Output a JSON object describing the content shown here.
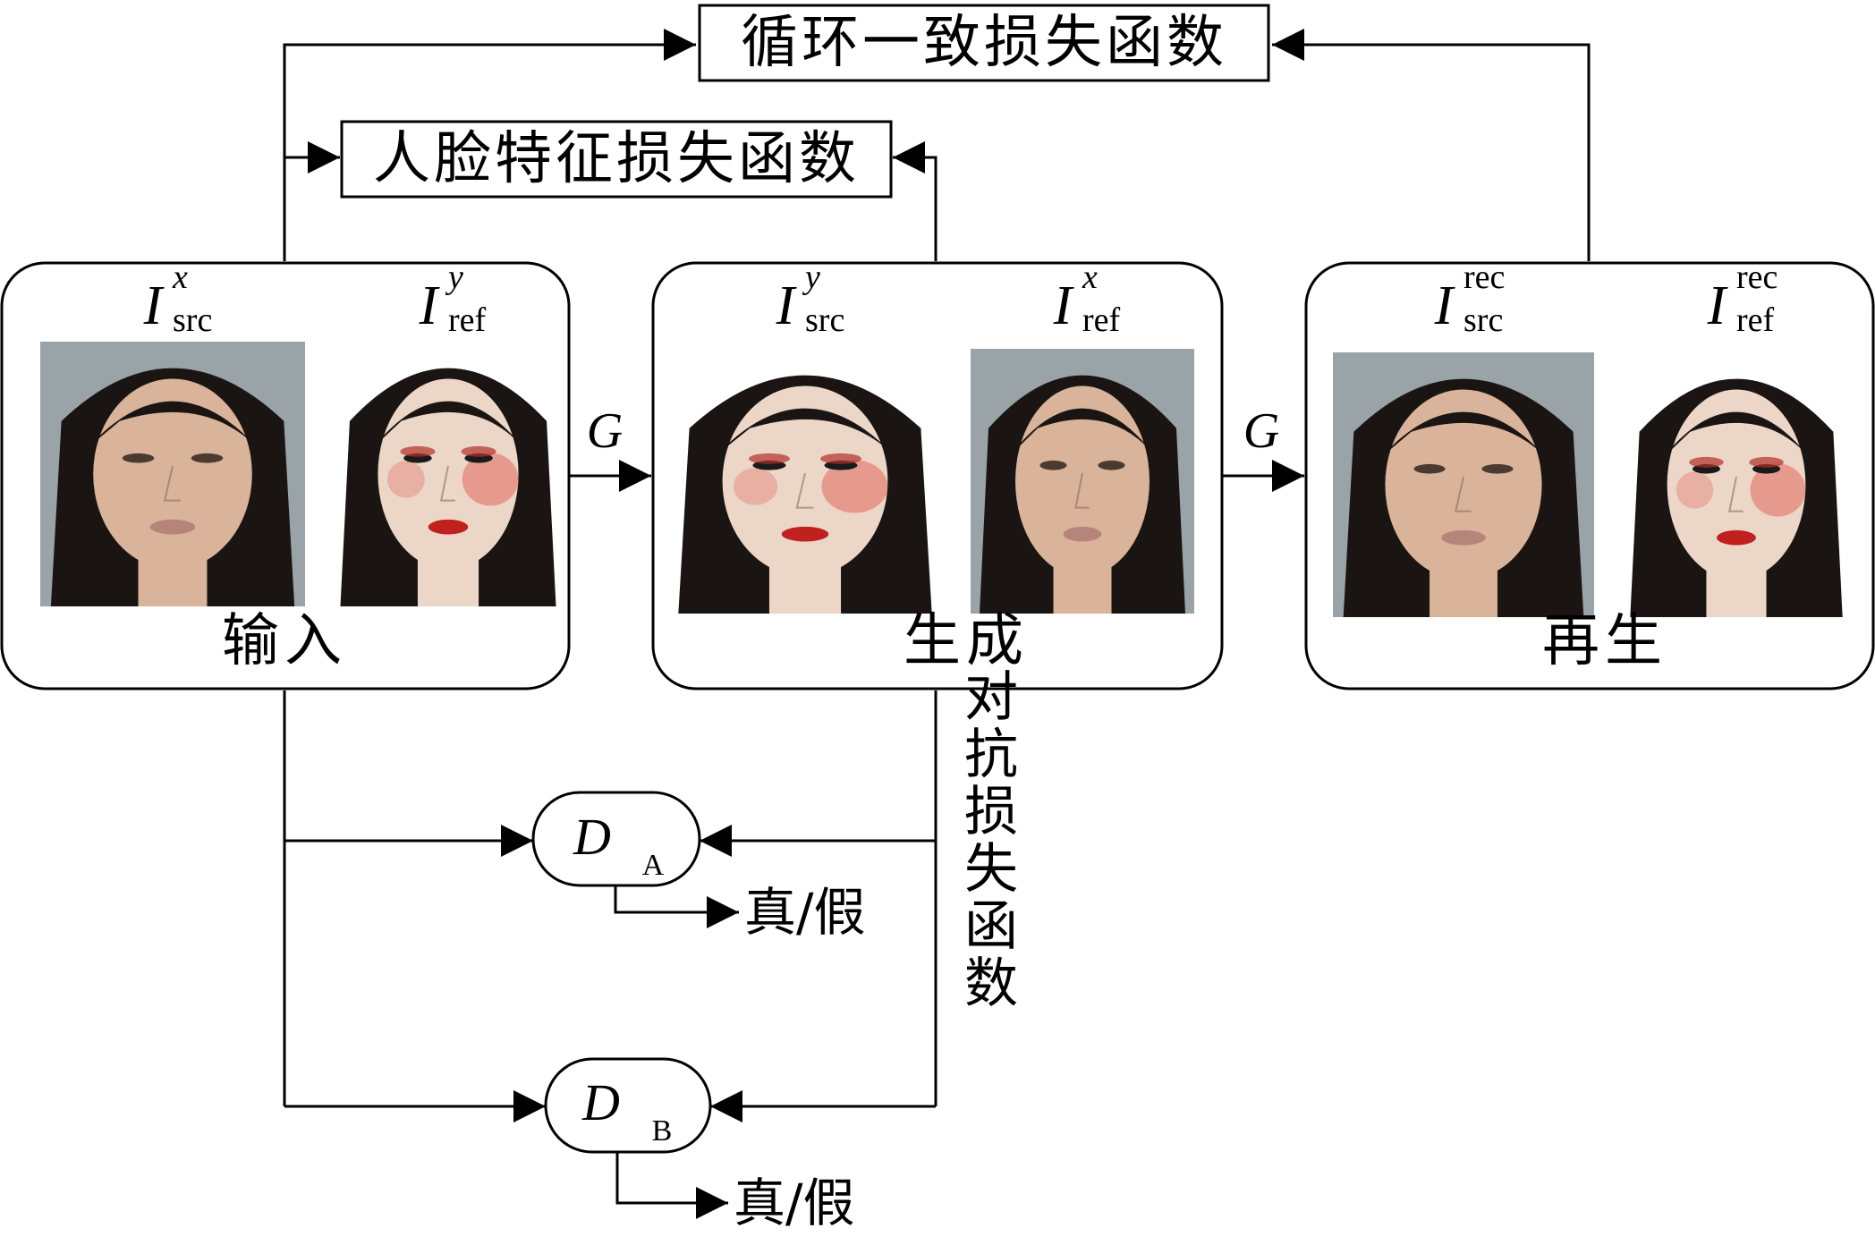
{
  "loss_boxes": {
    "cycle": "循环一致损失函数",
    "face": "人脸特征损失函数"
  },
  "panels": {
    "input": {
      "label": "输入",
      "images": [
        {
          "base": "I",
          "sup": "x",
          "sub": "src",
          "icon": "face-photo-plain"
        },
        {
          "base": "I",
          "sup": "y",
          "sub": "ref",
          "icon": "face-photo-makeup"
        }
      ]
    },
    "generated": {
      "label": "生成",
      "images": [
        {
          "base": "I",
          "sup": "y",
          "sub": "src",
          "icon": "face-photo-makeup"
        },
        {
          "base": "I",
          "sup": "x",
          "sub": "ref",
          "icon": "face-photo-plain"
        }
      ]
    },
    "regenerated": {
      "label": "再生",
      "images": [
        {
          "base": "I",
          "sup": "rec",
          "sub": "src",
          "icon": "face-photo-plain"
        },
        {
          "base": "I",
          "sup": "rec",
          "sub": "ref",
          "icon": "face-photo-makeup"
        }
      ]
    }
  },
  "generator": "G",
  "discriminators": [
    {
      "base": "D",
      "sub": "A",
      "output": "真/假"
    },
    {
      "base": "D",
      "sub": "B",
      "output": "真/假"
    }
  ],
  "adversarial_label": "对抗损失函数",
  "colors": {
    "stroke": "#000000",
    "background": "#ffffff",
    "photo_backdrop": "#9aa3a8",
    "hair": "#1a1512",
    "skin_plain": "#d9b39a",
    "skin_makeup": "#ecd6c8",
    "lips_red": "#c0201e",
    "blush_red": "#e26a5c"
  }
}
